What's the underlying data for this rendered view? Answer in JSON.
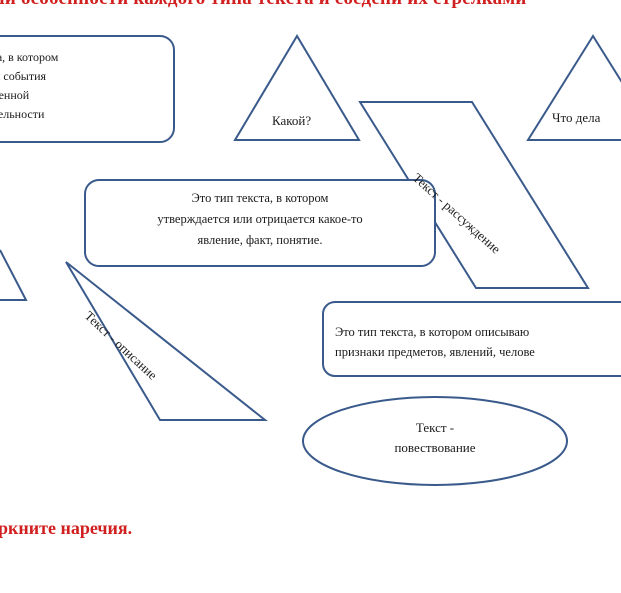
{
  "headings": {
    "top": "ли особенности каждого типа текста и соедени их стрелками",
    "bottom": "ркните  наречия."
  },
  "boxes": {
    "box1": [
      "текста, в котором",
      "аются события",
      "ределенной",
      "довательности"
    ],
    "box2": [
      "Это тип текста, в котором",
      "утверждается или отрицается какое-то",
      "явление, факт, понятие."
    ],
    "box3": [
      "Это тип текста, в котором описываю",
      "признаки предметов, явлений, челове"
    ]
  },
  "triangles": {
    "kakoy": "Какой?",
    "chto": "Что дела"
  },
  "parallelograms": {
    "rassuzhdenie": "Текст - рассуждение",
    "opisanie": "Текст - описание"
  },
  "oval": [
    "Текст -",
    "повествование"
  ],
  "colors": {
    "outline": "#3a5a8c",
    "heading": "#d11f1f"
  }
}
